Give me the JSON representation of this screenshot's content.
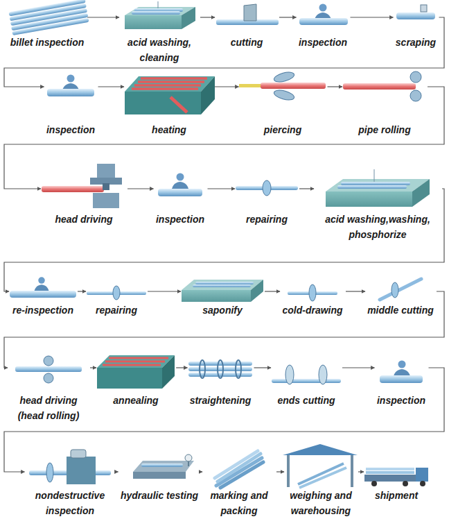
{
  "diagram": {
    "nodes": [
      {
        "text": [
          "billet inspection"
        ]
      },
      {
        "text": [
          "acid washing, cleaning"
        ]
      },
      {
        "text": [
          "cutting"
        ]
      },
      {
        "text": [
          "inspection"
        ]
      },
      {
        "text": [
          "scraping"
        ]
      },
      {
        "text": [
          "inspection"
        ]
      },
      {
        "text": [
          "heating"
        ]
      },
      {
        "text": [
          "piercing"
        ]
      },
      {
        "text": [
          "pipe rolling"
        ]
      },
      {
        "text": [
          "head driving"
        ]
      },
      {
        "text": [
          "inspection"
        ]
      },
      {
        "text": [
          "repairing"
        ]
      },
      {
        "text": [
          "acid washing,washing, phosphorize"
        ]
      },
      {
        "text": [
          "re-inspection"
        ]
      },
      {
        "text": [
          "repairing"
        ]
      },
      {
        "text": [
          "saponify"
        ]
      },
      {
        "text": [
          "cold-drawing"
        ]
      },
      {
        "text": [
          "middle cutting"
        ]
      },
      {
        "text": [
          "head driving (head rolling)"
        ]
      },
      {
        "text": [
          "annealing"
        ]
      },
      {
        "text": [
          "straightening"
        ]
      },
      {
        "text": [
          "ends cutting"
        ]
      },
      {
        "text": [
          "inspection"
        ]
      },
      {
        "text": [
          "nondestructive inspection"
        ]
      },
      {
        "text": [
          "hydraulic testing"
        ]
      },
      {
        "text": [
          "marking and packing"
        ]
      },
      {
        "text": [
          "weighing and warehousing"
        ]
      },
      {
        "text": [
          "shipment"
        ]
      }
    ],
    "edges": [
      {
        "from": 0,
        "to": 1,
        "arrow": "to"
      },
      {
        "from": 1,
        "to": 2,
        "arrow": "to"
      },
      {
        "from": 2,
        "to": 3,
        "arrow": "to"
      },
      {
        "from": 3,
        "to": 4,
        "arrow": "to"
      },
      {
        "from": 4,
        "to": 5,
        "arrow": "to"
      },
      {
        "from": 5,
        "to": 6,
        "arrow": "to"
      },
      {
        "from": 6,
        "to": 7,
        "arrow": "to"
      },
      {
        "from": 7,
        "to": 8,
        "arrow": "to"
      },
      {
        "from": 8,
        "to": 9,
        "arrow": "to"
      },
      {
        "from": 9,
        "to": 10,
        "arrow": "to"
      },
      {
        "from": 10,
        "to": 11,
        "arrow": "to"
      },
      {
        "from": 11,
        "to": 12,
        "arrow": "to"
      },
      {
        "from": 12,
        "to": 13,
        "arrow": "to"
      },
      {
        "from": 13,
        "to": 14,
        "arrow": "to"
      },
      {
        "from": 14,
        "to": 15,
        "arrow": "to"
      },
      {
        "from": 15,
        "to": 16,
        "arrow": "to"
      },
      {
        "from": 16,
        "to": 17,
        "arrow": "to"
      },
      {
        "from": 17,
        "to": 18,
        "arrow": "to"
      },
      {
        "from": 18,
        "to": 19,
        "arrow": "to"
      },
      {
        "from": 19,
        "to": 20,
        "arrow": "to"
      },
      {
        "from": 20,
        "to": 21,
        "arrow": "to"
      },
      {
        "from": 21,
        "to": 22,
        "arrow": "to"
      },
      {
        "from": 22,
        "to": 23,
        "arrow": "to"
      },
      {
        "from": 23,
        "to": 24,
        "arrow": "to"
      },
      {
        "from": 24,
        "to": 25,
        "arrow": "to"
      },
      {
        "from": 25,
        "to": 26,
        "arrow": "to"
      },
      {
        "from": 26,
        "to": 27,
        "arrow": "to"
      }
    ]
  }
}
